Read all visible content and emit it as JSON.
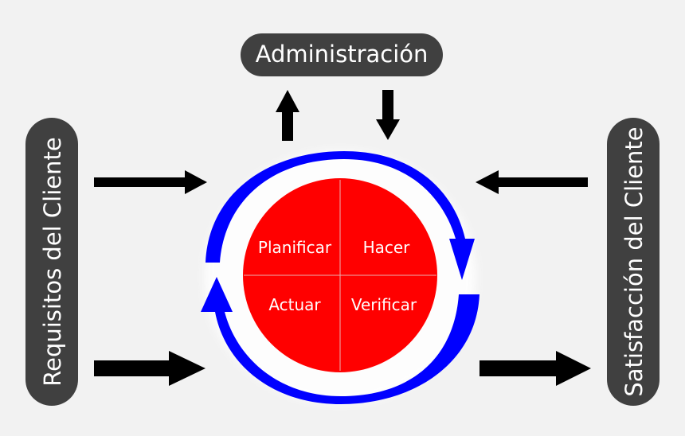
{
  "diagram": {
    "top_box": {
      "label": "Administración"
    },
    "left_box": {
      "label": "Requisitos del Cliente"
    },
    "right_box": {
      "label": "Satisfacción del Cliente"
    },
    "cycle": {
      "quadrants": {
        "top_left": "Planificar",
        "top_right": "Hacer",
        "bottom_left": "Actuar",
        "bottom_right": "Verificar"
      }
    },
    "colors": {
      "background": "#f2f2f2",
      "box": "#404040",
      "circle": "#ff0000",
      "cycle_arrows": "#0000ff",
      "flow_arrows": "#000000"
    }
  }
}
